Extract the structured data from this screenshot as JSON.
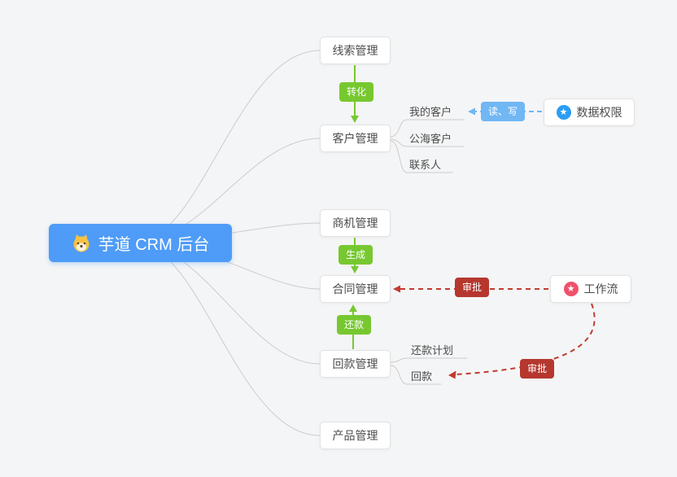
{
  "root": {
    "label": "芋道 CRM 后台",
    "icon": "shiba-logo"
  },
  "modules": [
    {
      "label": "线索管理"
    },
    {
      "label": "客户管理"
    },
    {
      "label": "商机管理"
    },
    {
      "label": "合同管理"
    },
    {
      "label": "回款管理"
    },
    {
      "label": "产品管理"
    }
  ],
  "customer_children": [
    {
      "label": "我的客户"
    },
    {
      "label": "公海客户"
    },
    {
      "label": "联系人"
    }
  ],
  "receivable_children": [
    {
      "label": "还款计划"
    },
    {
      "label": "回款"
    }
  ],
  "badges": {
    "convert": "转化",
    "generate": "生成",
    "repay": "还款",
    "read_write": "读、写",
    "approve_contract": "审批",
    "approve_receivable": "审批"
  },
  "side_nodes": {
    "data_permission": {
      "label": "数据权限",
      "icon": "star-circle-blue"
    },
    "workflow": {
      "label": "工作流",
      "icon": "star-circle-red"
    }
  },
  "colors": {
    "background": "#f4f5f6",
    "root_node_blue": "#4E9CF7",
    "arrow_green": "#77C830",
    "badge_blue": "#70B7F3",
    "badge_red": "#B5372E",
    "connector_gray": "#cccccc",
    "icon_blue": "#2B9DF4",
    "icon_red": "#F0506A"
  }
}
